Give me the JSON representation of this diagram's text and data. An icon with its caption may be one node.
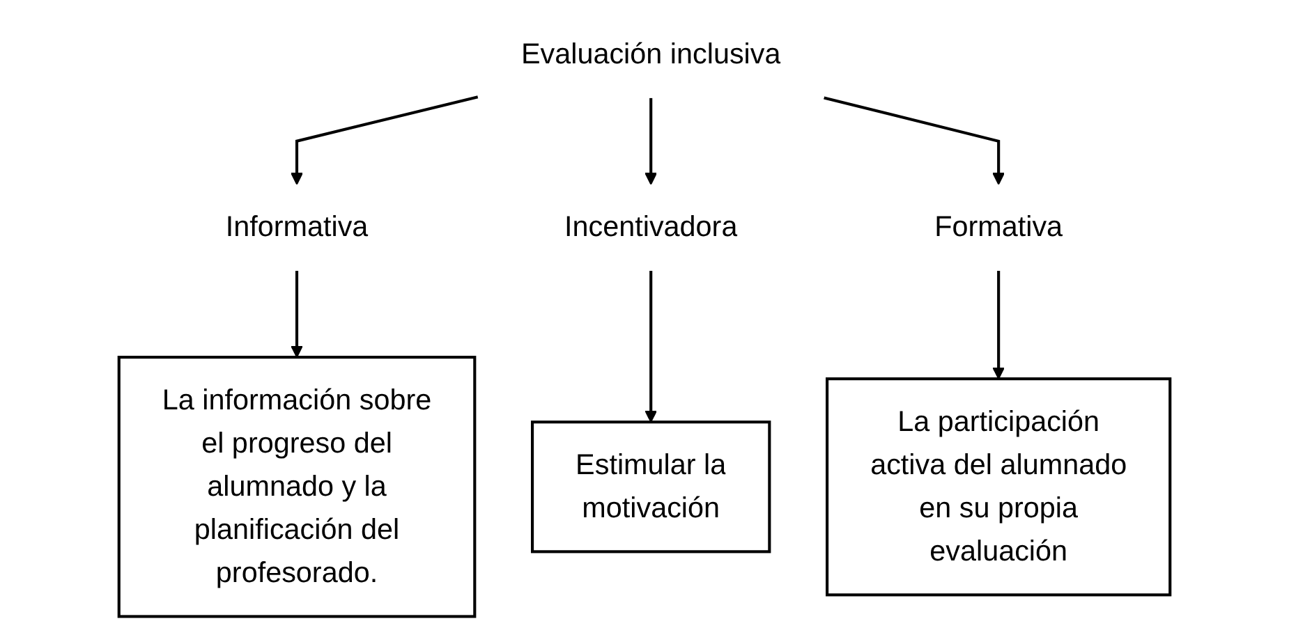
{
  "diagram": {
    "nodes": [
      {
        "text": [
          "Evaluación inclusiva"
        ]
      },
      {
        "text": [
          "Informativa"
        ]
      },
      {
        "text": [
          "Incentivadora"
        ]
      },
      {
        "text": [
          "Formativa"
        ]
      },
      {
        "text": [
          "La información sobre el progreso del alumnado y la planificación del profesorado."
        ]
      },
      {
        "text": [
          "Estimular la motivación"
        ]
      },
      {
        "text": [
          "La participación activa del alumnado en su propia evaluación"
        ]
      }
    ],
    "edges": [
      {
        "from": 0,
        "to": 1,
        "arrow": "to"
      },
      {
        "from": 0,
        "to": 2,
        "arrow": "to"
      },
      {
        "from": 0,
        "to": 3,
        "arrow": "to"
      },
      {
        "from": 1,
        "to": 4,
        "arrow": "to"
      },
      {
        "from": 2,
        "to": 5,
        "arrow": "to"
      },
      {
        "from": 3,
        "to": 6,
        "arrow": "to"
      }
    ]
  }
}
